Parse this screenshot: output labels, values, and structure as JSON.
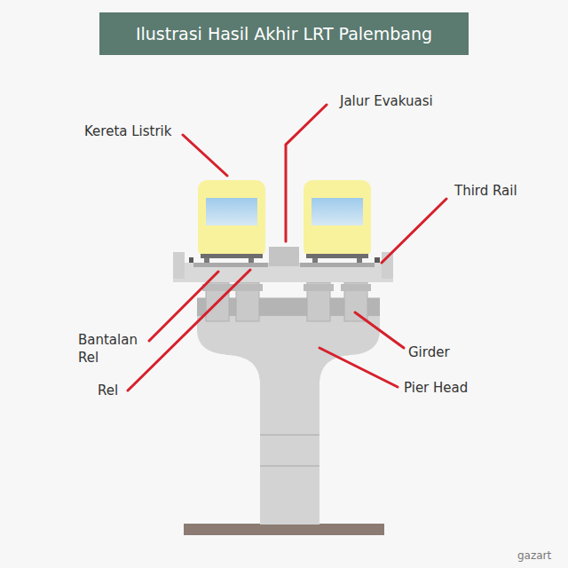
{
  "diagram": {
    "title": "Ilustrasi Hasil Akhir LRT Palembang",
    "labels": [
      "Kereta Listrik",
      "Jalur Evakuasi",
      "Third Rail",
      "Bantalan Rel",
      "Rel",
      "Girder",
      "Pier Head",
      "gazart"
    ]
  }
}
